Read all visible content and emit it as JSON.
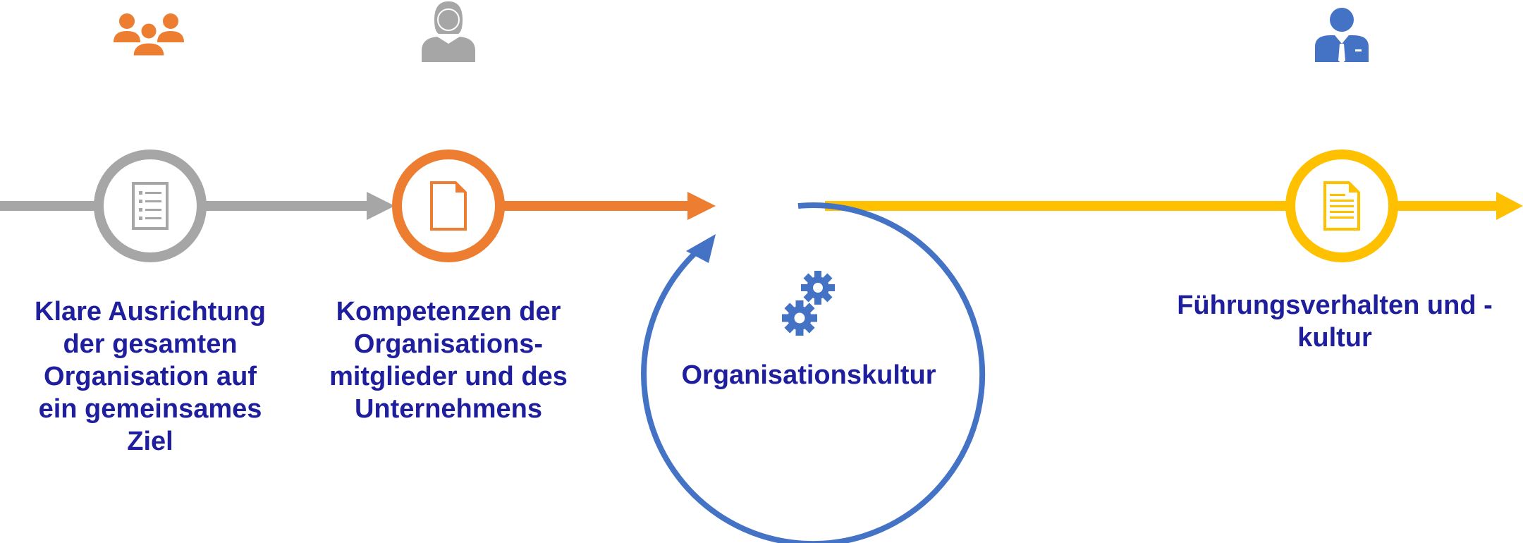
{
  "colors": {
    "gray": "#a6a6a6",
    "orange": "#ed7d31",
    "blue": "#4472c4",
    "yellow": "#ffc000",
    "label_text": "#1f1f9e"
  },
  "icons": {
    "top": [
      "group-of-people-icon",
      "woman-user-icon",
      "businessman-icon"
    ],
    "stages": [
      "checklist-document-icon",
      "blank-document-icon",
      "text-document-icon"
    ],
    "cycle": "gears-icon"
  },
  "labels": {
    "stage1": [
      "Klare Ausrichtung",
      "der gesamten",
      "Organisation auf",
      "ein gemeinsames",
      "Ziel"
    ],
    "stage2": [
      "Kompetenzen der",
      "Organisations-",
      "mitglieder und des",
      "Unternehmens"
    ],
    "center": "Organisationskultur",
    "stage4": [
      "Führungsverhalten und -",
      "kultur"
    ]
  }
}
